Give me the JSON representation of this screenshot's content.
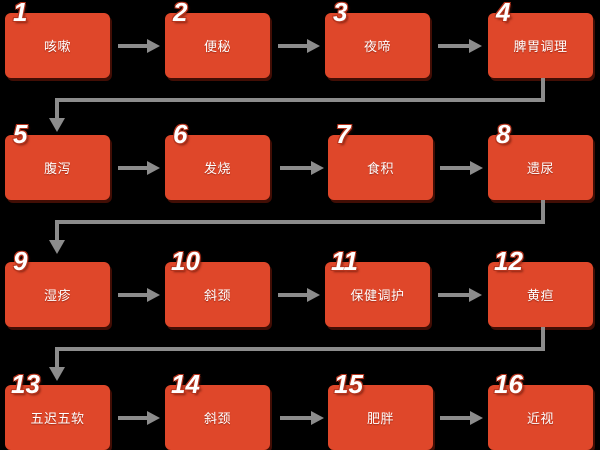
{
  "diagram": {
    "title": "",
    "colors": {
      "background": "#000000",
      "node_fill": "#DF472A",
      "node_text": "#FFFFFF",
      "connector": "#8C8C8C",
      "number_outline": "#B5341D"
    },
    "rows": [
      {
        "nodes": [
          {
            "number": "1",
            "label": "咳嗽"
          },
          {
            "number": "2",
            "label": "便秘"
          },
          {
            "number": "3",
            "label": "夜啼"
          },
          {
            "number": "4",
            "label": "脾胃调理"
          }
        ]
      },
      {
        "nodes": [
          {
            "number": "5",
            "label": "腹泻"
          },
          {
            "number": "6",
            "label": "发烧"
          },
          {
            "number": "7",
            "label": "食积"
          },
          {
            "number": "8",
            "label": "遗尿"
          }
        ]
      },
      {
        "nodes": [
          {
            "number": "9",
            "label": "湿疹"
          },
          {
            "number": "10",
            "label": "斜颈"
          },
          {
            "number": "11",
            "label": "保健调护"
          },
          {
            "number": "12",
            "label": "黄疸"
          }
        ]
      },
      {
        "nodes": [
          {
            "number": "13",
            "label": "五迟五软"
          },
          {
            "number": "14",
            "label": "斜颈"
          },
          {
            "number": "15",
            "label": "肥胖"
          },
          {
            "number": "16",
            "label": "近视"
          }
        ]
      }
    ]
  }
}
